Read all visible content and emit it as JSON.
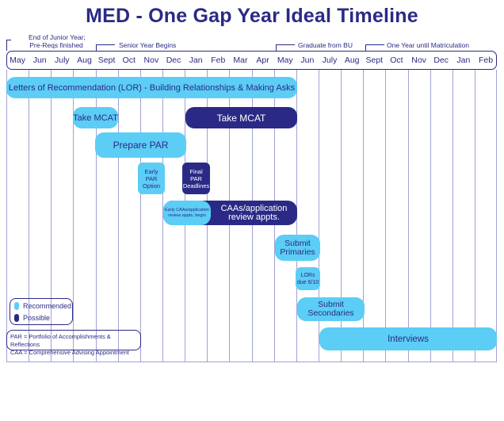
{
  "title": "MED - One Gap Year Ideal Timeline",
  "milestones": {
    "junior_line1": "End of Junior Year;",
    "junior_line2": "Pre-Reqs finished",
    "senior": "Senior Year Begins",
    "graduate": "Graduate from BU",
    "one_year": "One Year until Matriculation"
  },
  "months": [
    "May",
    "Jun",
    "July",
    "Aug",
    "Sept",
    "Oct",
    "Nov",
    "Dec",
    "Jan",
    "Feb",
    "Mar",
    "Apr",
    "May",
    "Jun",
    "July",
    "Aug",
    "Sept",
    "Oct",
    "Nov",
    "Dec",
    "Jan",
    "Feb"
  ],
  "bars": {
    "lor": "Letters of Recommendation (LOR) - Building Relationships & Making Asks",
    "mcat_rec": "Take MCAT",
    "mcat_pos": "Take MCAT",
    "par": "Prepare PAR",
    "early_par_1": "Early",
    "early_par_2": "PAR",
    "early_par_3": "Option",
    "final_par_1": "Final",
    "final_par_2": "PAR",
    "final_par_3": "Deadlines",
    "caa_early_1": "Early CAAs/application",
    "caa_early_2": "review appts. begin",
    "caa_main_1": "CAAs/application",
    "caa_main_2": "review appts.",
    "primaries_1": "Submit",
    "primaries_2": "Primaries",
    "lors_due_1": "LORs",
    "lors_due_2": "due 6/10",
    "secondaries_1": "Submit",
    "secondaries_2": "Secondaries",
    "interviews": "Interviews"
  },
  "legend": {
    "recommended": "Recommended",
    "possible": "Possible"
  },
  "abbreviations": {
    "par": "PAR = Portfolio of Accomplishments & Reflections",
    "caa": "CAA = Comprehensive Advising Appointment"
  },
  "colors": {
    "recommended": "#5ccdf5",
    "possible": "#2a2a86",
    "text": "#2a2a86"
  }
}
